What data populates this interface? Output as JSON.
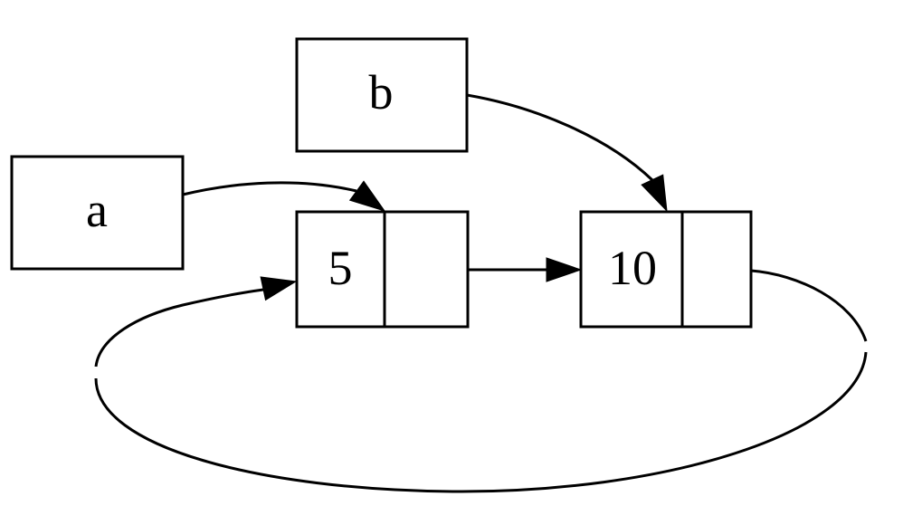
{
  "diagram": {
    "type": "linked-list-pairs",
    "background_color": "#ffffff",
    "line_color": "#000000",
    "variables": [
      {
        "id": "a",
        "label": "a"
      },
      {
        "id": "b",
        "label": "b"
      }
    ],
    "nodes": [
      {
        "id": "node-5",
        "value": "5",
        "next_cell": ""
      },
      {
        "id": "node-10",
        "value": "10",
        "next_cell": ""
      }
    ],
    "edges": [
      {
        "from": "a",
        "to": "node-5"
      },
      {
        "from": "b",
        "to": "node-10"
      },
      {
        "from": "node-5-next",
        "to": "node-10"
      },
      {
        "from": "node-10-next",
        "to": "node-5"
      }
    ]
  }
}
